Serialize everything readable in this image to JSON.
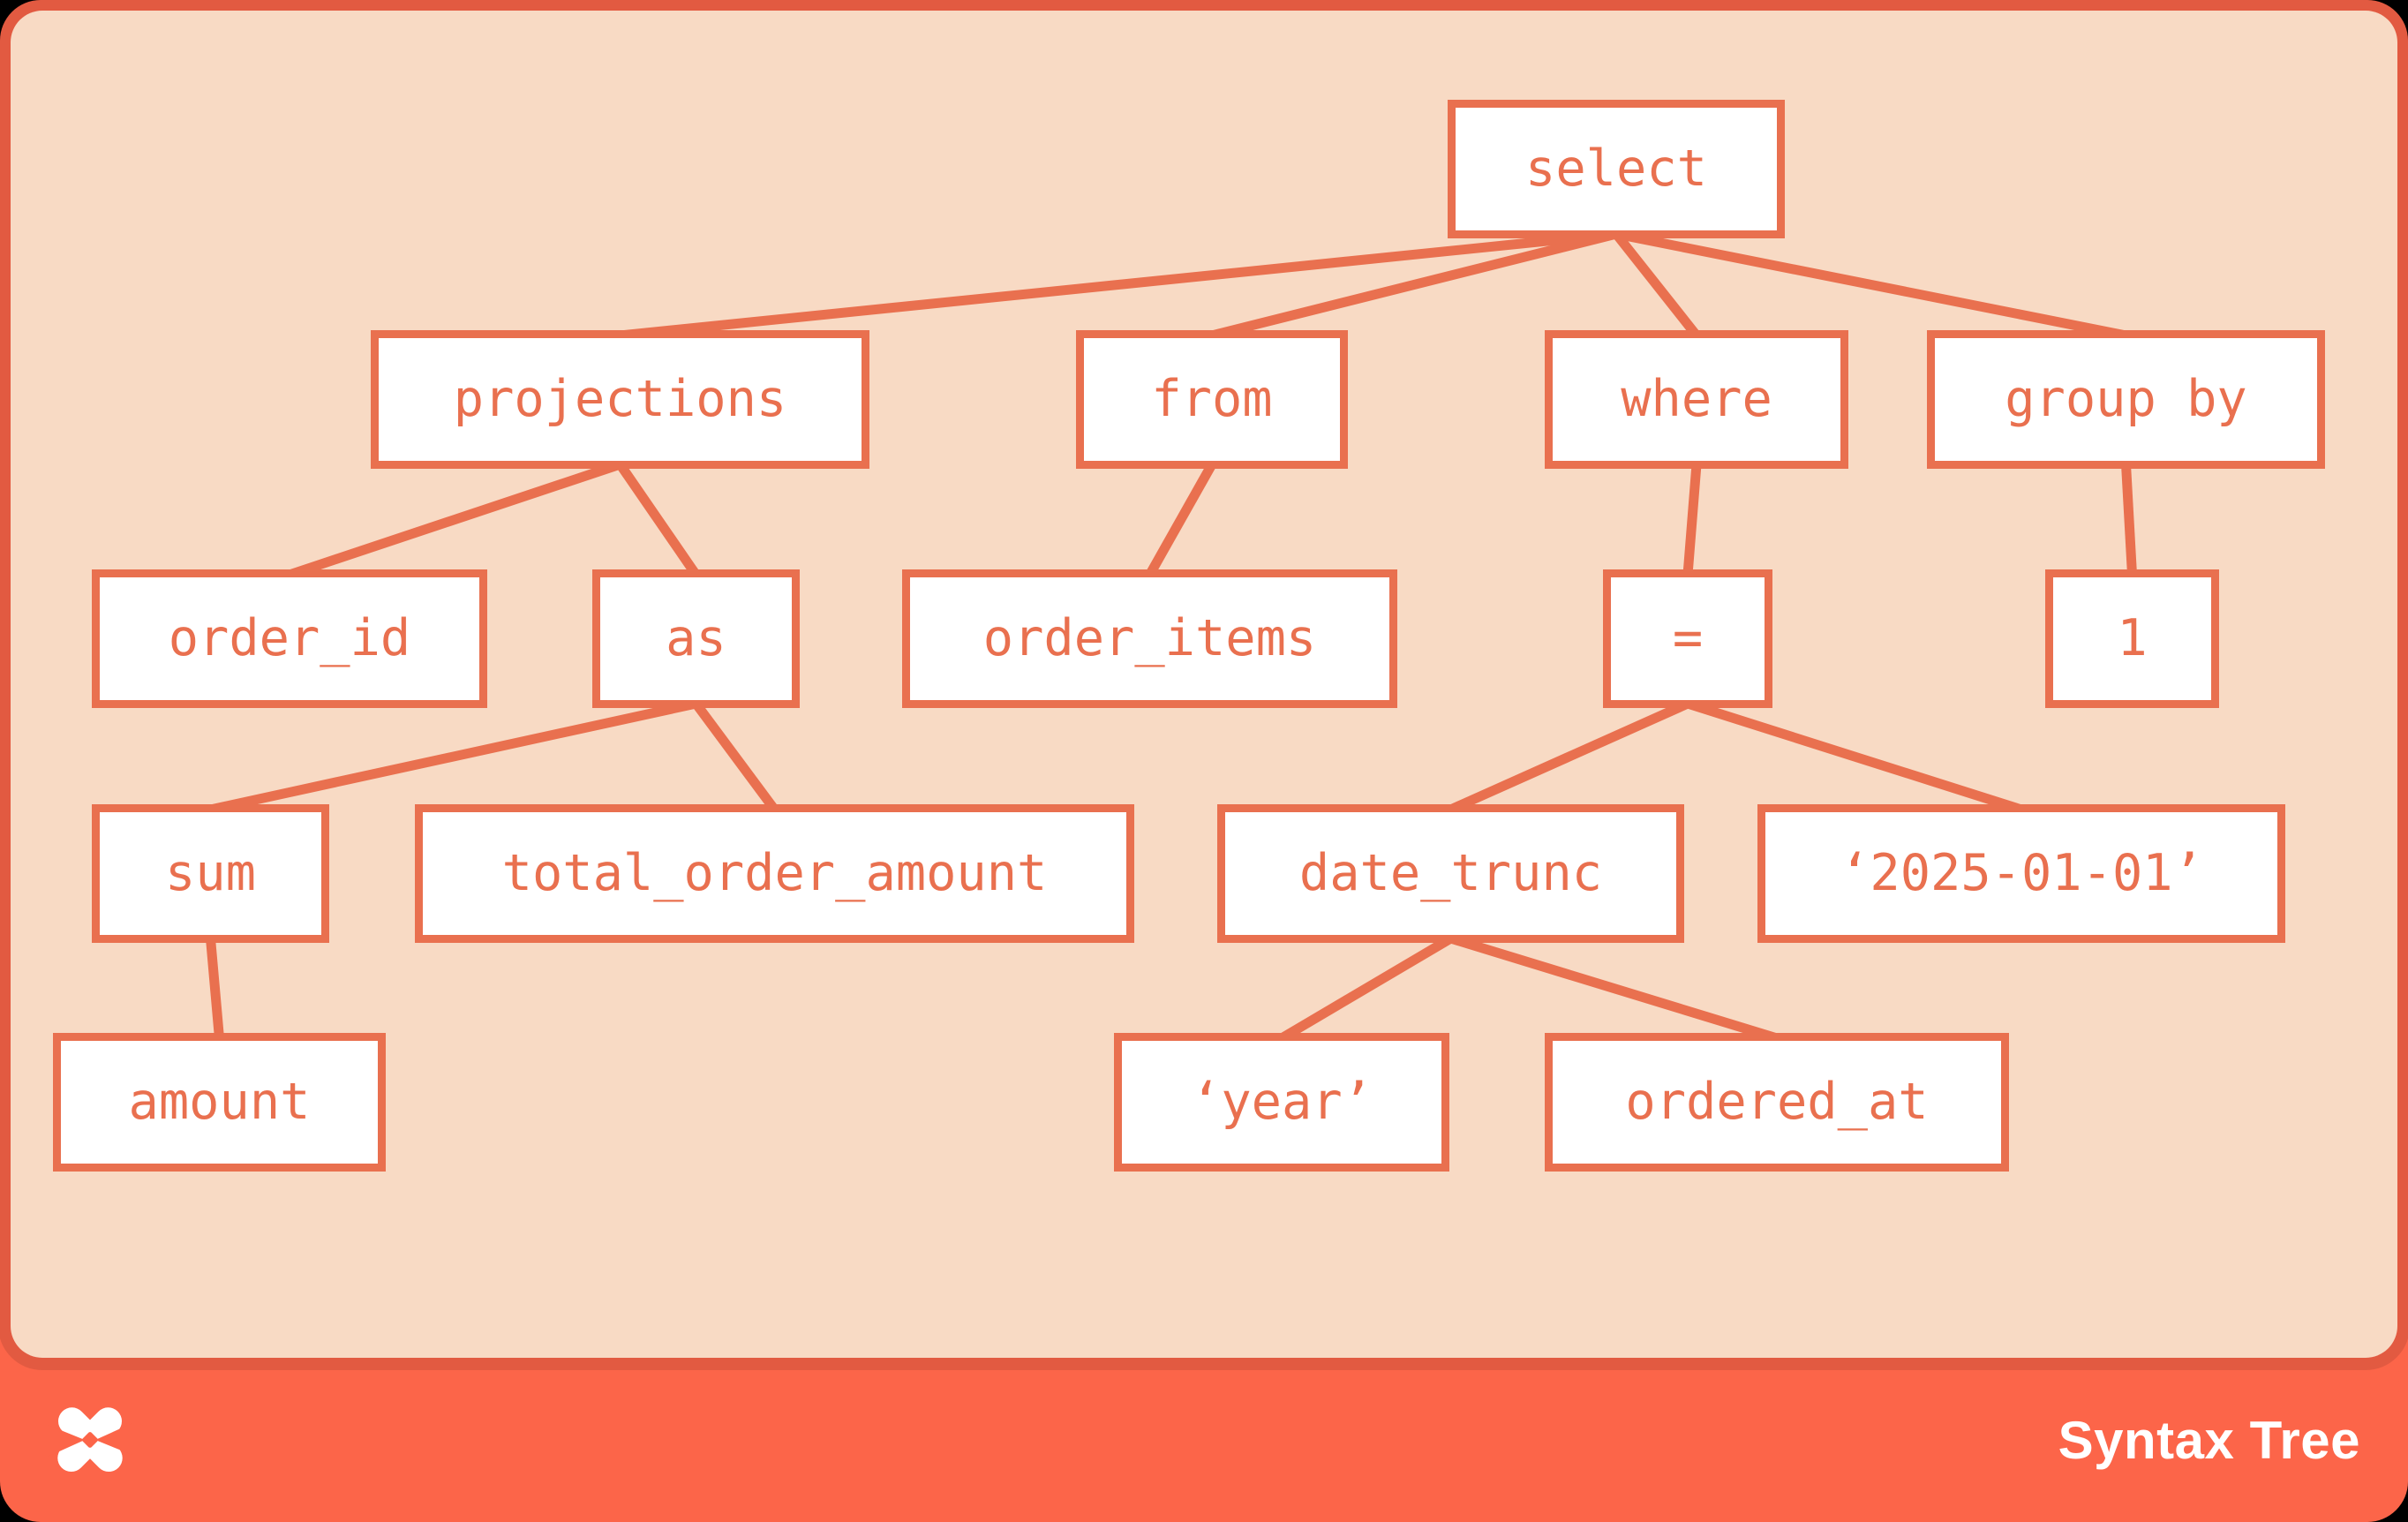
{
  "colors": {
    "background": "#000000",
    "card_orange": "#FC6549",
    "panel_peach": "#F8DAC4",
    "tree_ink": "#E9704F",
    "node_fill": "#FFFFFF",
    "footer_text": "#FFFFFF"
  },
  "footer": {
    "label": "Syntax Tree",
    "logo_icon": "dagster-x-mark"
  },
  "tree": {
    "nodes": [
      {
        "id": "select",
        "label": "select"
      },
      {
        "id": "projections",
        "label": "projections"
      },
      {
        "id": "from",
        "label": "from"
      },
      {
        "id": "where",
        "label": "where"
      },
      {
        "id": "group_by",
        "label": "group by"
      },
      {
        "id": "order_id",
        "label": "order_id"
      },
      {
        "id": "as",
        "label": "as"
      },
      {
        "id": "order_items",
        "label": "order_items"
      },
      {
        "id": "eq",
        "label": "="
      },
      {
        "id": "one",
        "label": "1"
      },
      {
        "id": "sum",
        "label": "sum"
      },
      {
        "id": "total_order_amount",
        "label": "total_order_amount"
      },
      {
        "id": "date_trunc",
        "label": "date_trunc"
      },
      {
        "id": "date_literal",
        "label": "‘2025-01-01’"
      },
      {
        "id": "amount",
        "label": "amount"
      },
      {
        "id": "year_literal",
        "label": "‘year’"
      },
      {
        "id": "ordered_at",
        "label": "ordered_at"
      }
    ],
    "edges": [
      [
        "select",
        "projections"
      ],
      [
        "select",
        "from"
      ],
      [
        "select",
        "where"
      ],
      [
        "select",
        "group_by"
      ],
      [
        "projections",
        "order_id"
      ],
      [
        "projections",
        "as"
      ],
      [
        "from",
        "order_items"
      ],
      [
        "where",
        "eq"
      ],
      [
        "group_by",
        "one"
      ],
      [
        "as",
        "sum"
      ],
      [
        "as",
        "total_order_amount"
      ],
      [
        "sum",
        "amount"
      ],
      [
        "eq",
        "date_trunc"
      ],
      [
        "eq",
        "date_literal"
      ],
      [
        "date_trunc",
        "year_literal"
      ],
      [
        "date_trunc",
        "ordered_at"
      ]
    ]
  }
}
